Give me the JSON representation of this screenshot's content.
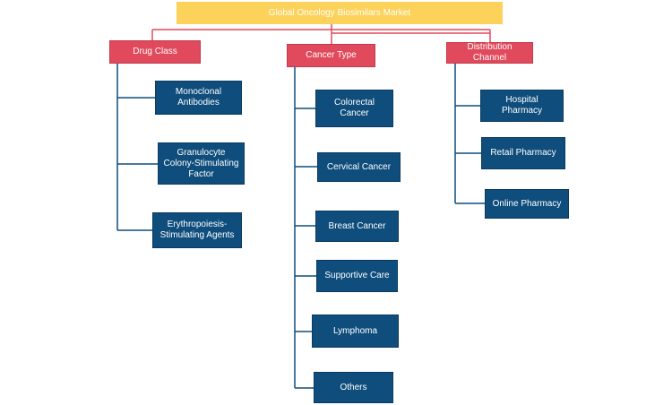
{
  "root": "Global Oncology Biosimilars Market",
  "categories": {
    "drug_class": {
      "label": "Drug Class",
      "items": [
        "Monoclonal Antibodies",
        "Granulocyte Colony-Stimulating Factor",
        "Erythropoiesis-Stimulating Agents"
      ]
    },
    "cancer_type": {
      "label": "Cancer Type",
      "items": [
        "Colorectal Cancer",
        "Cervical Cancer",
        "Breast Cancer",
        "Supportive Care",
        "Lymphoma",
        "Others"
      ]
    },
    "distribution_channel": {
      "label": "Distribution Channel",
      "items": [
        "Hospital Pharmacy",
        "Retail Pharmacy",
        "Online Pharmacy"
      ]
    }
  },
  "colors": {
    "root": "#fcd25a",
    "category": "#e14a5c",
    "leaf": "#0f4d7c",
    "line_root": "#e14a5c",
    "line_leaf": "#0f4d7c"
  }
}
